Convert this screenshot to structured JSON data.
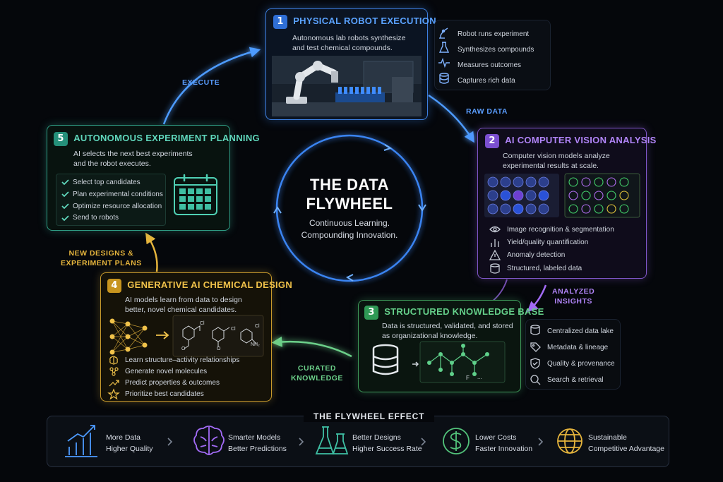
{
  "center": {
    "title_l1": "THE DATA",
    "title_l2": "FLYWHEEL",
    "sub_l1": "Continuous Learning.",
    "sub_l2": "Compounding Innovation."
  },
  "step1": {
    "num": "1",
    "title": "PHYSICAL ROBOT EXECUTION",
    "desc_l1": "Autonomous lab robots synthesize",
    "desc_l2": "and test chemical compounds.",
    "items": [
      "Robot runs experiment",
      "Synthesizes compounds",
      "Measures outcomes",
      "Captures rich data"
    ],
    "icons": [
      "robot-arm-icon",
      "flask-icon",
      "pulse-icon",
      "database-icon"
    ]
  },
  "step2": {
    "num": "2",
    "title": "AI COMPUTER VISION ANALYSIS",
    "desc_l1": "Computer vision models analyze",
    "desc_l2": "experimental results at scale.",
    "items": [
      "Image recognition & segmentation",
      "Yield/quality quantification",
      "Anomaly detection",
      "Structured, labeled data"
    ],
    "icons": [
      "eye-icon",
      "bar-chart-icon",
      "warning-icon",
      "database-icon"
    ]
  },
  "step3": {
    "num": "3",
    "title": "STRUCTURED KNOWLEDGE BASE",
    "desc_l1": "Data is structured, validated, and stored",
    "desc_l2": "as organizational knowledge.",
    "items": [
      "Centralized data lake",
      "Metadata & lineage",
      "Quality & provenance",
      "Search & retrieval"
    ],
    "icons": [
      "database-icon",
      "tag-icon",
      "shield-check-icon",
      "search-icon"
    ],
    "graph_labels": [
      "F",
      "..."
    ]
  },
  "step4": {
    "num": "4",
    "title": "GENERATIVE AI CHEMICAL DESIGN",
    "desc_l1": "AI models learn from data to design",
    "desc_l2": "better, novel chemical candidates.",
    "items": [
      "Learn structure–activity relationships",
      "Generate novel molecules",
      "Predict properties & outcomes",
      "Prioritize best candidates"
    ],
    "icons": [
      "brain-icon",
      "molecule-icon",
      "trend-icon",
      "star-icon"
    ],
    "mol_labels": [
      "Cl",
      "Cl",
      "Cl",
      "NH₂",
      "O",
      "O"
    ]
  },
  "step5": {
    "num": "5",
    "title": "AUTONOMOUS EXPERIMENT PLANNING",
    "desc_l1": "AI selects the next best experiments",
    "desc_l2": "and the robot executes.",
    "items": [
      "Select top candidates",
      "Plan experimental conditions",
      "Optimize resource allocation",
      "Send to robots"
    ],
    "icons": [
      "check-icon",
      "check-icon",
      "check-icon",
      "check-icon"
    ]
  },
  "flows": {
    "execute": "EXECUTE",
    "raw_data": "RAW DATA",
    "analyzed_l1": "ANALYZED",
    "analyzed_l2": "INSIGHTS",
    "curated_l1": "CURATED",
    "curated_l2": "KNOWLEDGE",
    "new_l1": "NEW DESIGNS &",
    "new_l2": "EXPERIMENT PLANS"
  },
  "effect": {
    "title": "THE FLYWHEEL EFFECT",
    "items": [
      {
        "l1": "More Data",
        "l2": "Higher Quality",
        "icon": "growth-chart-icon"
      },
      {
        "l1": "Smarter Models",
        "l2": "Better Predictions",
        "icon": "brain-icon"
      },
      {
        "l1": "Better Designs",
        "l2": "Higher Success Rate",
        "icon": "flasks-icon"
      },
      {
        "l1": "Lower Costs",
        "l2": "Faster Innovation",
        "icon": "dollar-icon"
      },
      {
        "l1": "Sustainable",
        "l2": "Competitive Advantage",
        "icon": "globe-icon"
      }
    ]
  },
  "colors": {
    "blue": "#3d8bff",
    "purple": "#a26bf5",
    "green": "#52c27a",
    "yellow": "#e5b43c",
    "teal": "#3fc1a5"
  }
}
